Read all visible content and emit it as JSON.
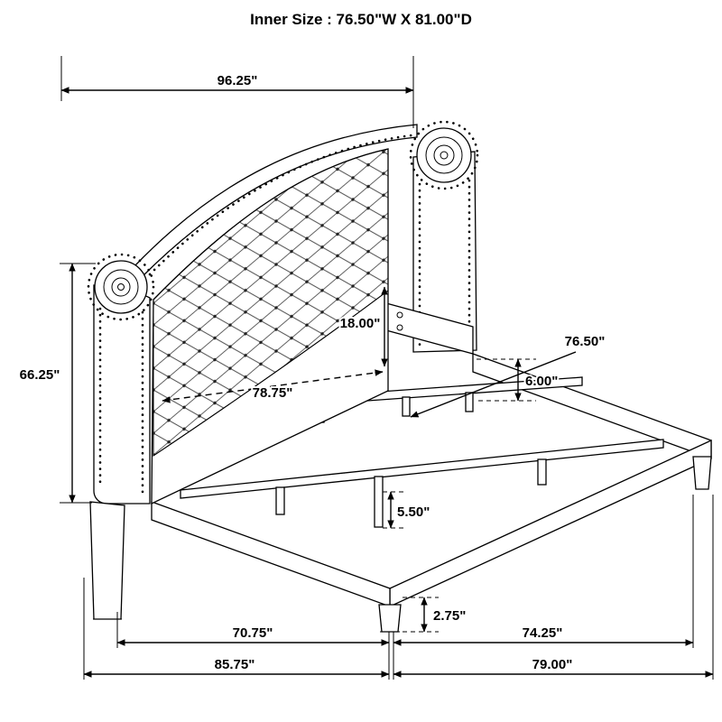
{
  "title": "Inner Size : 76.50\"W X 81.00\"D",
  "colors": {
    "title": "#1a1a85",
    "line": "#000000"
  },
  "diagram": {
    "subject": "upholstered-wingback-bed-dimension-drawing"
  },
  "dimensions": {
    "top_width": "96.25\"",
    "headboard_height": "66.25\"",
    "headboard_gap": "18.00\"",
    "headboard_width": "78.75\"",
    "slat_rail_length": "76.50\"",
    "side_rail_height": "6.00\"",
    "center_leg_height": "5.50\"",
    "foot_height": "2.75\"",
    "frame_left_span": "70.75\"",
    "frame_right_span": "74.25\"",
    "overall_left_span": "85.75\"",
    "overall_right_span": "79.00\""
  }
}
